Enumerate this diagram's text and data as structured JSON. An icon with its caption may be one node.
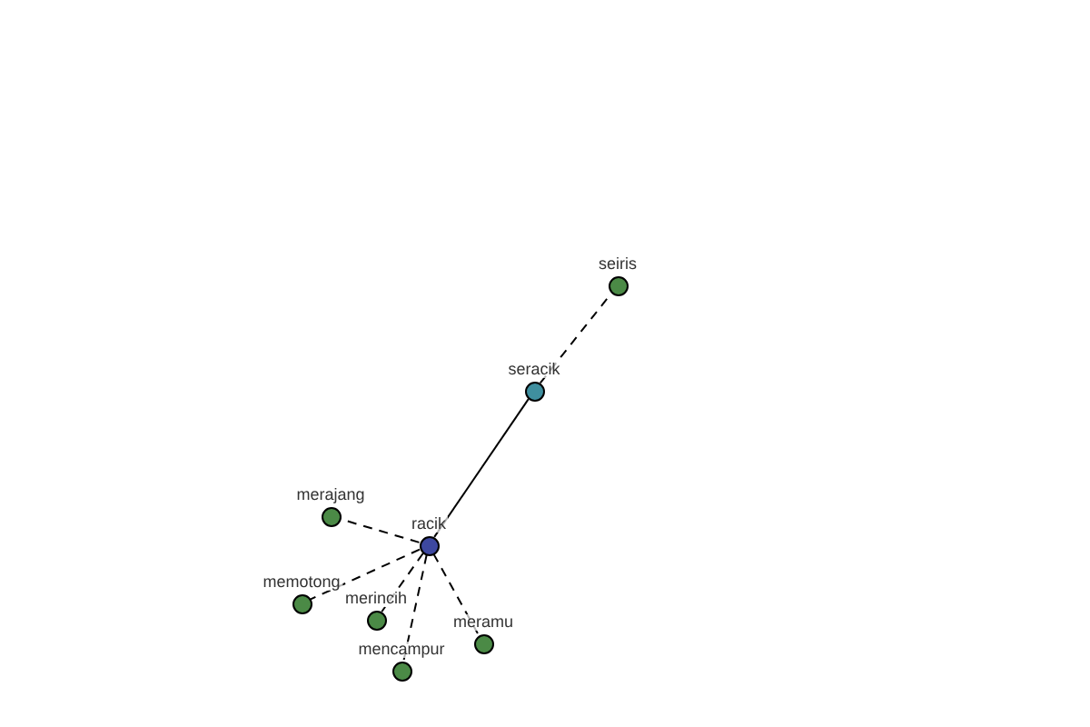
{
  "diagram": {
    "nodes": [
      {
        "text": [
          "seiris"
        ]
      },
      {
        "text": [
          "seracik"
        ]
      },
      {
        "text": [
          "merajang"
        ]
      },
      {
        "text": [
          "racik"
        ]
      },
      {
        "text": [
          "merincih"
        ]
      },
      {
        "text": [
          "memotong"
        ]
      },
      {
        "text": [
          "meramu"
        ]
      },
      {
        "text": [
          "mencampur"
        ]
      }
    ],
    "edges": [
      {
        "from": 1,
        "to": 0,
        "arrow": "none",
        "style": "dashed"
      },
      {
        "from": 3,
        "to": 1,
        "arrow": "none"
      },
      {
        "from": 3,
        "to": 2,
        "arrow": "none",
        "style": "dashed"
      },
      {
        "from": 3,
        "to": 4,
        "arrow": "none",
        "style": "dashed"
      },
      {
        "from": 3,
        "to": 5,
        "arrow": "none",
        "style": "dashed"
      },
      {
        "from": 3,
        "to": 6,
        "arrow": "none",
        "style": "dashed"
      },
      {
        "from": 3,
        "to": 7,
        "arrow": "none",
        "style": "dashed"
      }
    ]
  }
}
